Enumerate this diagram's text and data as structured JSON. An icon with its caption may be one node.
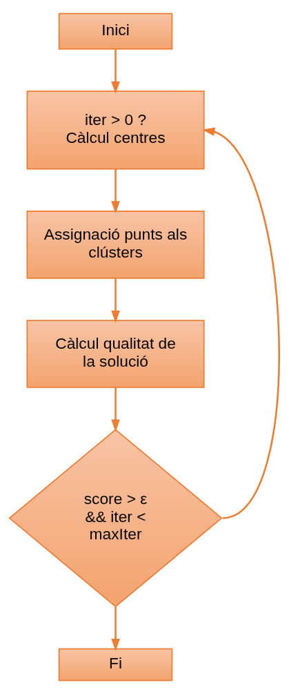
{
  "diagram": {
    "nodes": [
      {
        "text": [
          "Inici"
        ]
      },
      {
        "text": [
          "iter > 0 ? Càlcul centres"
        ]
      },
      {
        "text": [
          "Assignació punts als clústers"
        ]
      },
      {
        "text": [
          "Càlcul qualitat de la solució"
        ]
      },
      {
        "text": [
          "score > ε && iter < maxIter"
        ]
      },
      {
        "text": [
          "Fi"
        ]
      }
    ],
    "edges": [
      {
        "from": 0,
        "to": 1,
        "arrow": "to"
      },
      {
        "from": 1,
        "to": 2,
        "arrow": "to"
      },
      {
        "from": 2,
        "to": 3,
        "arrow": "to"
      },
      {
        "from": 3,
        "to": 4,
        "arrow": "to"
      },
      {
        "from": 4,
        "to": 1,
        "arrow": "to"
      },
      {
        "from": 4,
        "to": 5,
        "arrow": "to"
      }
    ]
  }
}
